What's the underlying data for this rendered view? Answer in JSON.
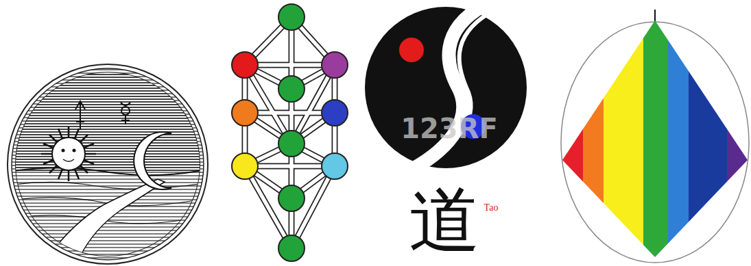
{
  "diagram": {
    "labels": [
      "123RF",
      "道",
      "Tao"
    ]
  }
}
